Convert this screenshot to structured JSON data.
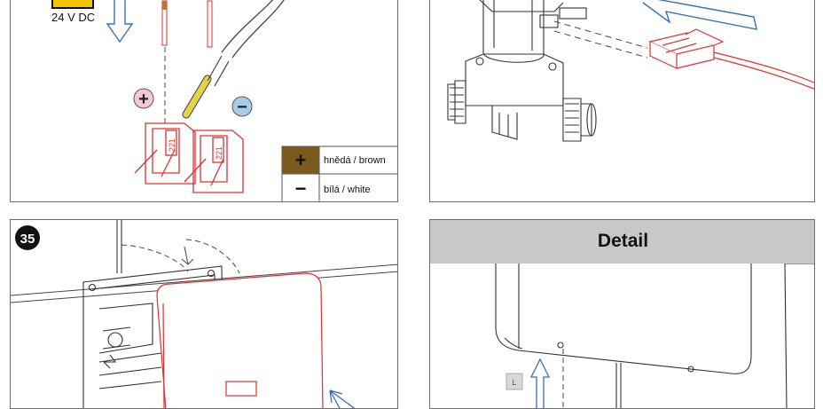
{
  "panels": {
    "wiring": {
      "voltage_label": "24 V DC",
      "plus_symbol": "+",
      "minus_symbol": "−",
      "terminal_number_a": "221",
      "terminal_number_b": "221",
      "legend": {
        "row_brown": {
          "symbol": "+",
          "label": "hnědá / brown",
          "color": "#7a5a1e"
        },
        "row_white": {
          "symbol": "−",
          "label": "bílá / white"
        }
      }
    },
    "valve": {},
    "step35": {
      "step_number": "35"
    },
    "detail": {
      "title": "Detail",
      "small_box_label": "L"
    }
  },
  "colors": {
    "red_line": "#e03030",
    "plus_badge": "#f4c9d3",
    "minus_badge": "#a9cde8",
    "header_gray": "#c8c8c8",
    "blue_arrow": "#3a6fb8",
    "yellow_wire": "#e3d44a"
  }
}
